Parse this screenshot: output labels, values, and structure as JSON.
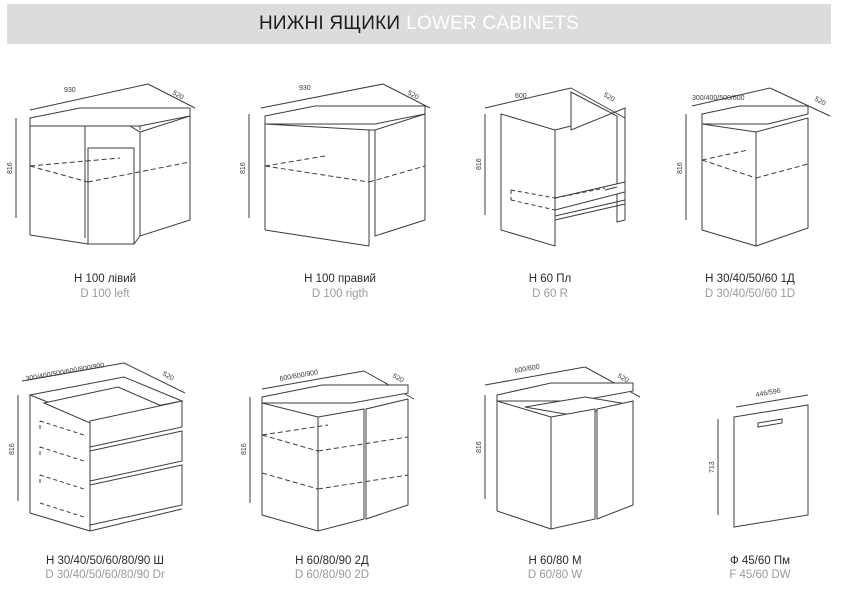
{
  "header": {
    "title_ua": "НИЖНІ ЯЩИКИ",
    "title_en": "LOWER CABINETS"
  },
  "cabinets": [
    {
      "name_ua": "Н 100 лівий",
      "name_en": "D 100 left",
      "width_dim": "930",
      "depth_dim": "520",
      "height_dim": "816"
    },
    {
      "name_ua": "Н 100 правий",
      "name_en": "D 100 rigth",
      "width_dim": "930",
      "depth_dim": "520",
      "height_dim": "816"
    },
    {
      "name_ua": "Н 60 Пл",
      "name_en": "D 60 R",
      "width_dim": "600",
      "depth_dim": "520",
      "height_dim": "816"
    },
    {
      "name_ua": "Н 30/40/50/60 1Д",
      "name_en": "D 30/40/50/60 1D",
      "width_dim": "300/400/500/600",
      "depth_dim": "520",
      "height_dim": "816"
    },
    {
      "name_ua": "Н 30/40/50/60/80/90 Ш",
      "name_en": "D 30/40/50/60/80/90 Dr",
      "width_dim": "300/400/500/600/800/900",
      "depth_dim": "520",
      "height_dim": "816"
    },
    {
      "name_ua": "Н 60/80/90 2Д",
      "name_en": "D 60/80/90 2D",
      "width_dim": "600/800/900",
      "depth_dim": "520",
      "height_dim": "816"
    },
    {
      "name_ua": "Н 60/80 М",
      "name_en": "D 60/80 W",
      "width_dim": "600/800",
      "depth_dim": "520",
      "height_dim": "816"
    },
    {
      "name_ua": "Ф 45/60 Пм",
      "name_en": "F 45/60 DW",
      "width_dim": "446/596",
      "height_dim": "713"
    }
  ]
}
